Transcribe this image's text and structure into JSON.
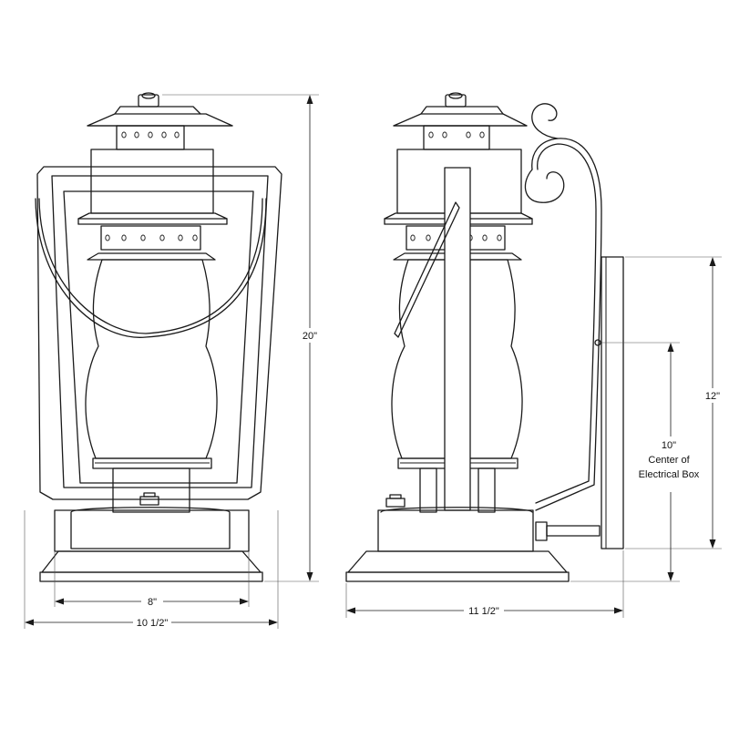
{
  "dimensions": {
    "height_total": "20\"",
    "base_inner_width": "8\"",
    "overall_width": "10 1/2\"",
    "side_depth": "11 1/2\"",
    "backplate_height": "12\"",
    "box_center_line1": "10\"",
    "box_center_line2": "Center of",
    "box_center_line3": "Electrical Box"
  }
}
